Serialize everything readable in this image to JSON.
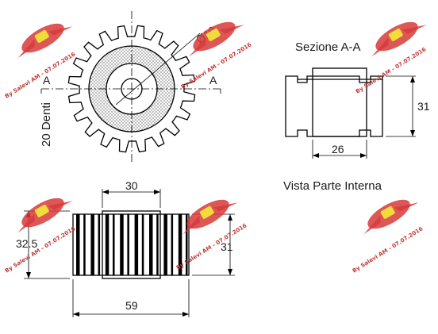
{
  "labels": {
    "section_title": "Sezione A-A",
    "inner_view": "Vista Parte Interna",
    "teeth": "20 Denti",
    "diameter": "Ø10",
    "section_mark": "A"
  },
  "dimensions": {
    "section_height": "31",
    "section_bore": "26",
    "side_top_width": "30",
    "side_height": "31",
    "side_diameter": "32.5",
    "side_width": "59"
  },
  "watermark": {
    "text": "By Salevi AM - 07.07.2016",
    "logo_color": "#d83a3a"
  }
}
